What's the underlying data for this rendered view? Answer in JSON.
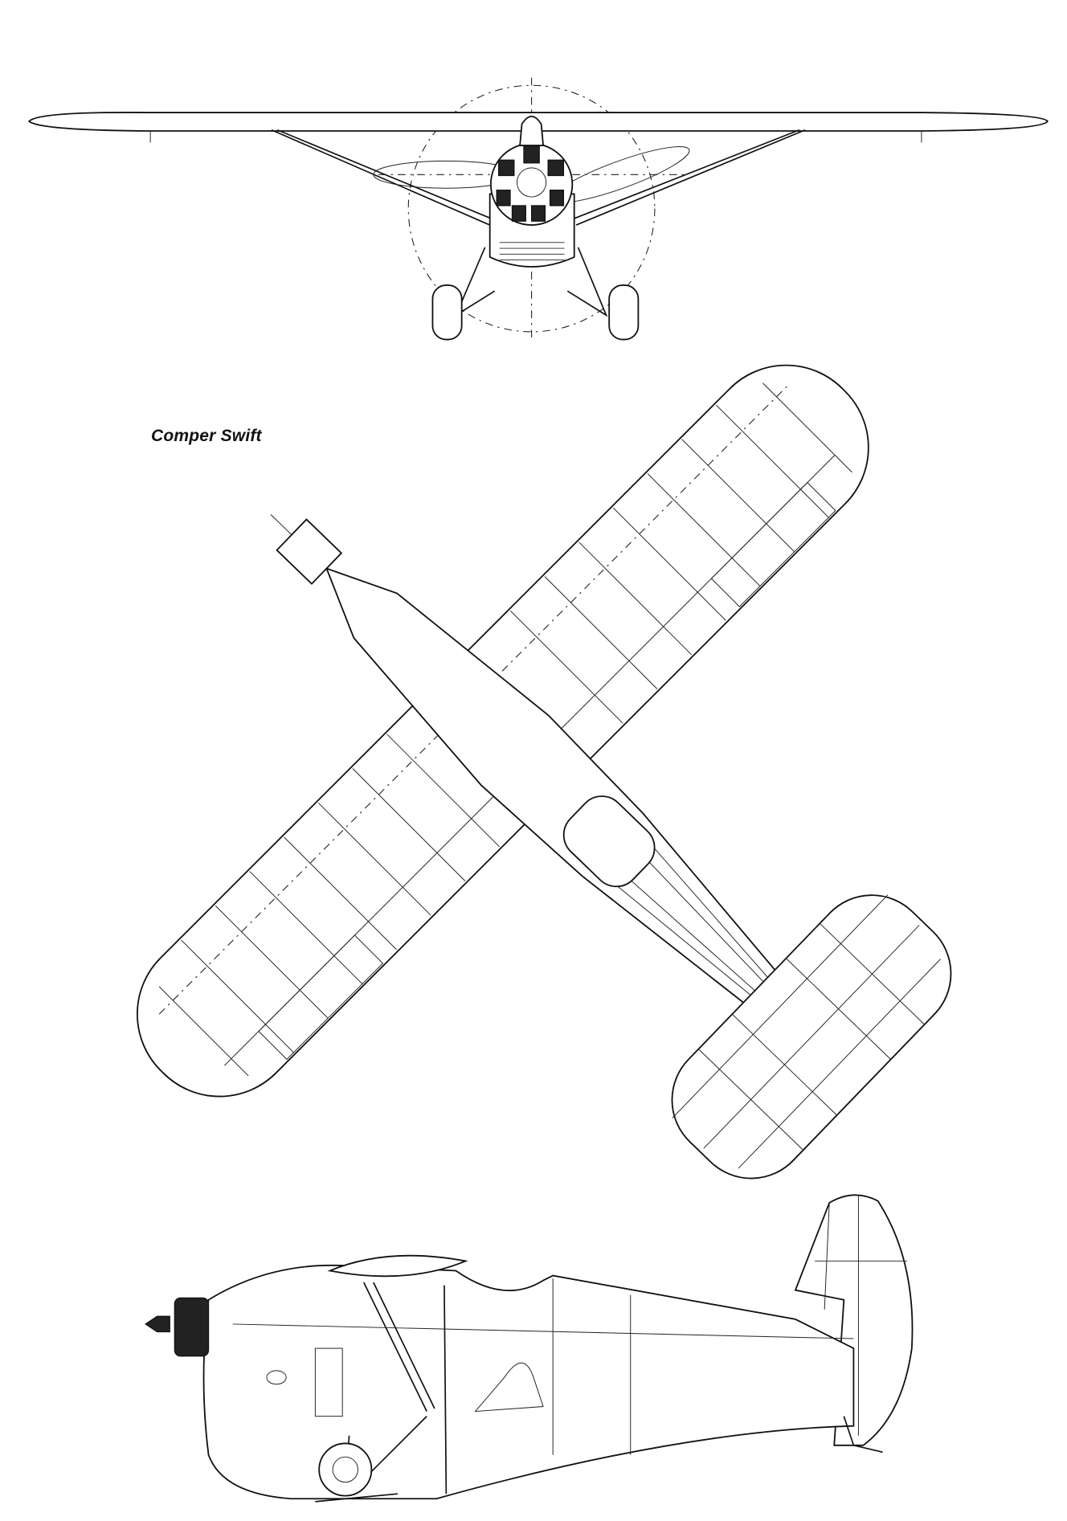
{
  "drawing": {
    "title": "Comper Swift",
    "views": [
      "front",
      "plan",
      "side"
    ]
  }
}
